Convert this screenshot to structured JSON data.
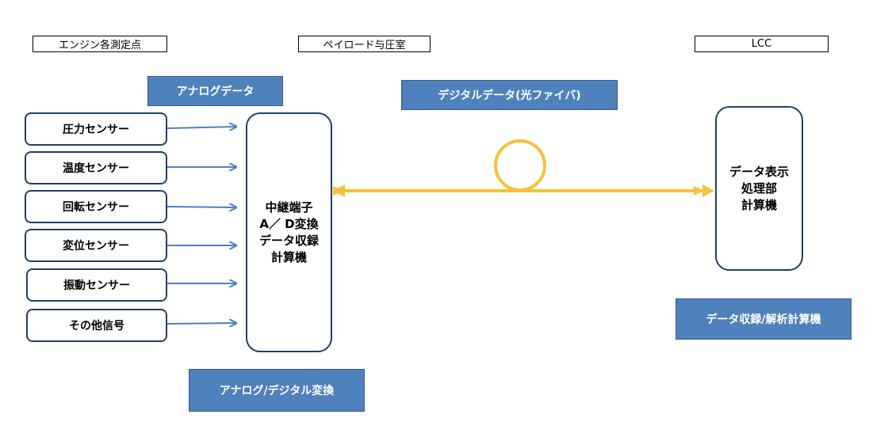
{
  "headers": {
    "engine": "エンジン各測定点",
    "payload": "ペイロード与圧室",
    "lcc": "LCC"
  },
  "labels": {
    "analog_data": "アナログデータ",
    "digital_data": "デジタルデータ(光ファイバ)",
    "ad_conversion": "アナログ/デジタル変換",
    "recording": "データ収録/解析計算機"
  },
  "sensors": [
    {
      "label": "圧力センサー"
    },
    {
      "label": "温度センサー"
    },
    {
      "label": "回転センサー"
    },
    {
      "label": "変位センサー"
    },
    {
      "label": "振動センサー"
    },
    {
      "label": "その他信号"
    }
  ],
  "relay": {
    "lines": [
      "中継端子",
      "A／ D変換",
      "データ収録",
      "計算機"
    ]
  },
  "display": {
    "lines": [
      "データ表示",
      "処理部",
      "計算機"
    ]
  },
  "colors": {
    "blue_fill": "#4f81bd",
    "dark_border": "#243f60",
    "arrow_blue": "#4f81bd",
    "fiber_orange": "#f8c13a"
  }
}
